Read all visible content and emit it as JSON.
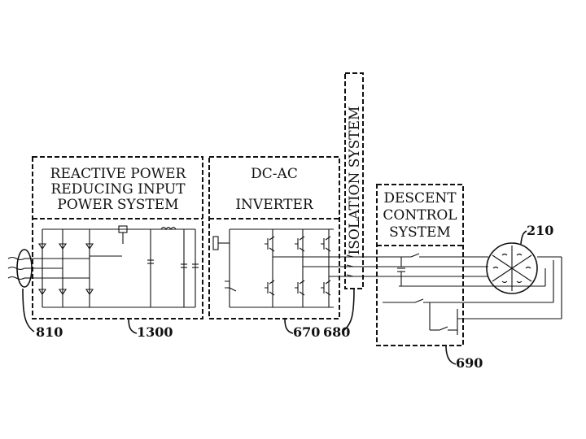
{
  "blocks": {
    "reactive_power": {
      "lines": [
        "REACTIVE POWER",
        "REDUCING INPUT",
        "POWER SYSTEM"
      ],
      "ref": "1300"
    },
    "dc_ac_inverter": {
      "lines": [
        "DC-AC",
        "INVERTER"
      ],
      "ref": "670"
    },
    "isolation_system": {
      "label": "ISOLATION SYSTEM",
      "ref": "680"
    },
    "descent_control": {
      "lines": [
        "DESCENT",
        "CONTROL",
        "SYSTEM"
      ],
      "ref": "690"
    },
    "motor": {
      "ref": "210"
    },
    "input_coil": {
      "ref": "810"
    }
  }
}
